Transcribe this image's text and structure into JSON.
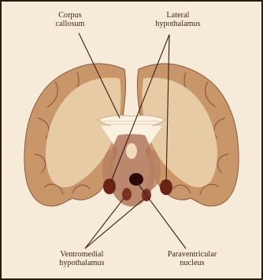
{
  "labels": {
    "corpus_callosum": "Corpus\ncallosum",
    "lateral_hypothalamus": "Lateral\nhypothalamus",
    "ventromedial_hypothalamus": "Ventromedial\nhypothalamus",
    "paraventricular_nucleus": "Paraventricular\nnucleus"
  },
  "colors": {
    "background": "#f6ead8",
    "cortex": "#c9966a",
    "white_matter": "#e9cda8",
    "deep_structure": "#b0755a",
    "nucleus": "#6a2416",
    "dark_nucleus": "#2a0a06",
    "line": "#3a1e12"
  }
}
